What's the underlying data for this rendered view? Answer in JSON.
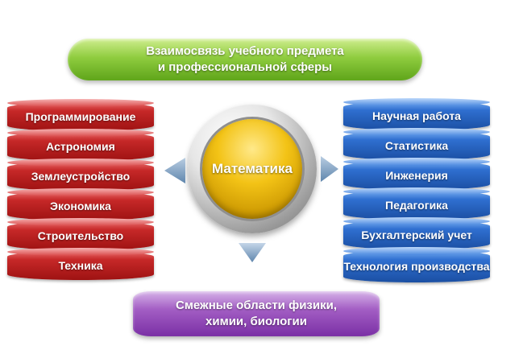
{
  "top_banner": {
    "line1": "Взаимосвязь учебного предмета",
    "line2": "и профессиональной сферы"
  },
  "center": {
    "label": "Математика"
  },
  "left_items": [
    "Программирование",
    "Астрономия",
    "Землеустройство",
    "Экономика",
    "Строительство",
    "Техника"
  ],
  "right_items": [
    "Научная работа",
    "Статистика",
    "Инженерия",
    "Педагогика",
    "Бухгалтерский учет",
    "Технология производства"
  ],
  "bottom_banner": {
    "line1": "Смежные области физики,",
    "line2": "химии, биологии"
  },
  "colors": {
    "left_stack": "#c62828",
    "right_stack": "#2f6fd0",
    "top_banner": "#8fcc3f",
    "bottom_banner": "#a35ec4",
    "center": "#f3c316",
    "arrows": "#5f86ad"
  }
}
